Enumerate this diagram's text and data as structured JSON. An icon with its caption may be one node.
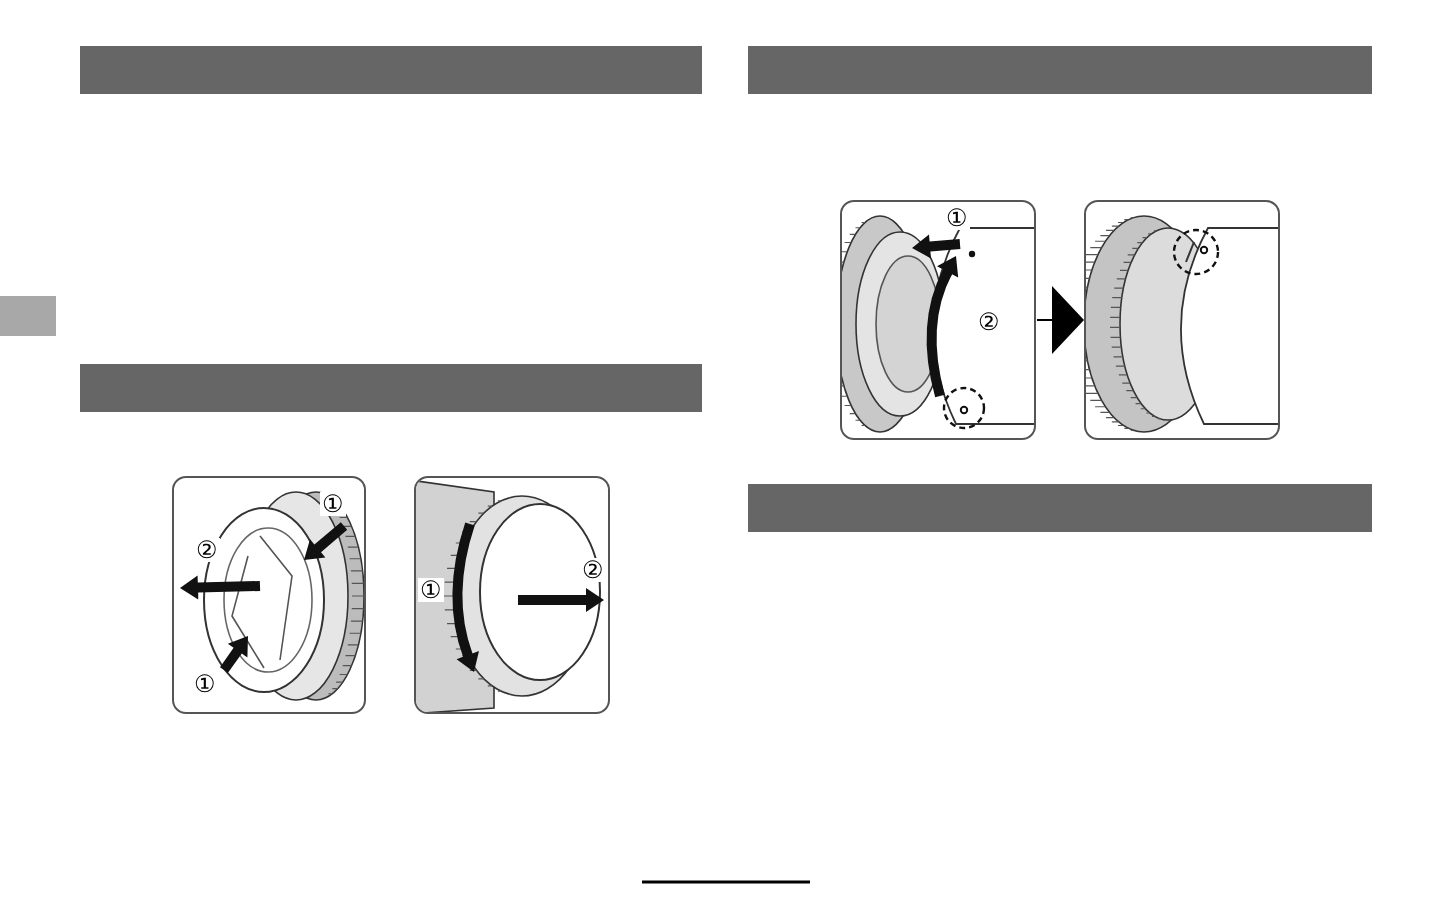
{
  "diagram": {
    "nodes": [
      {
        "text": [],
        "shape": "bar"
      },
      {
        "text": [],
        "shape": "bar"
      },
      {
        "text": [
          "①",
          "②",
          "①"
        ]
      },
      {
        "text": [
          "①",
          "②"
        ]
      },
      {
        "text": [],
        "shape": "bar"
      },
      {
        "text": [
          "①",
          "②"
        ]
      },
      {
        "text": [],
        "shape": "picture"
      },
      {
        "text": [],
        "shape": "bar"
      }
    ],
    "edges": [
      {
        "from": 5,
        "to": 6,
        "arrow": "to"
      }
    ]
  }
}
